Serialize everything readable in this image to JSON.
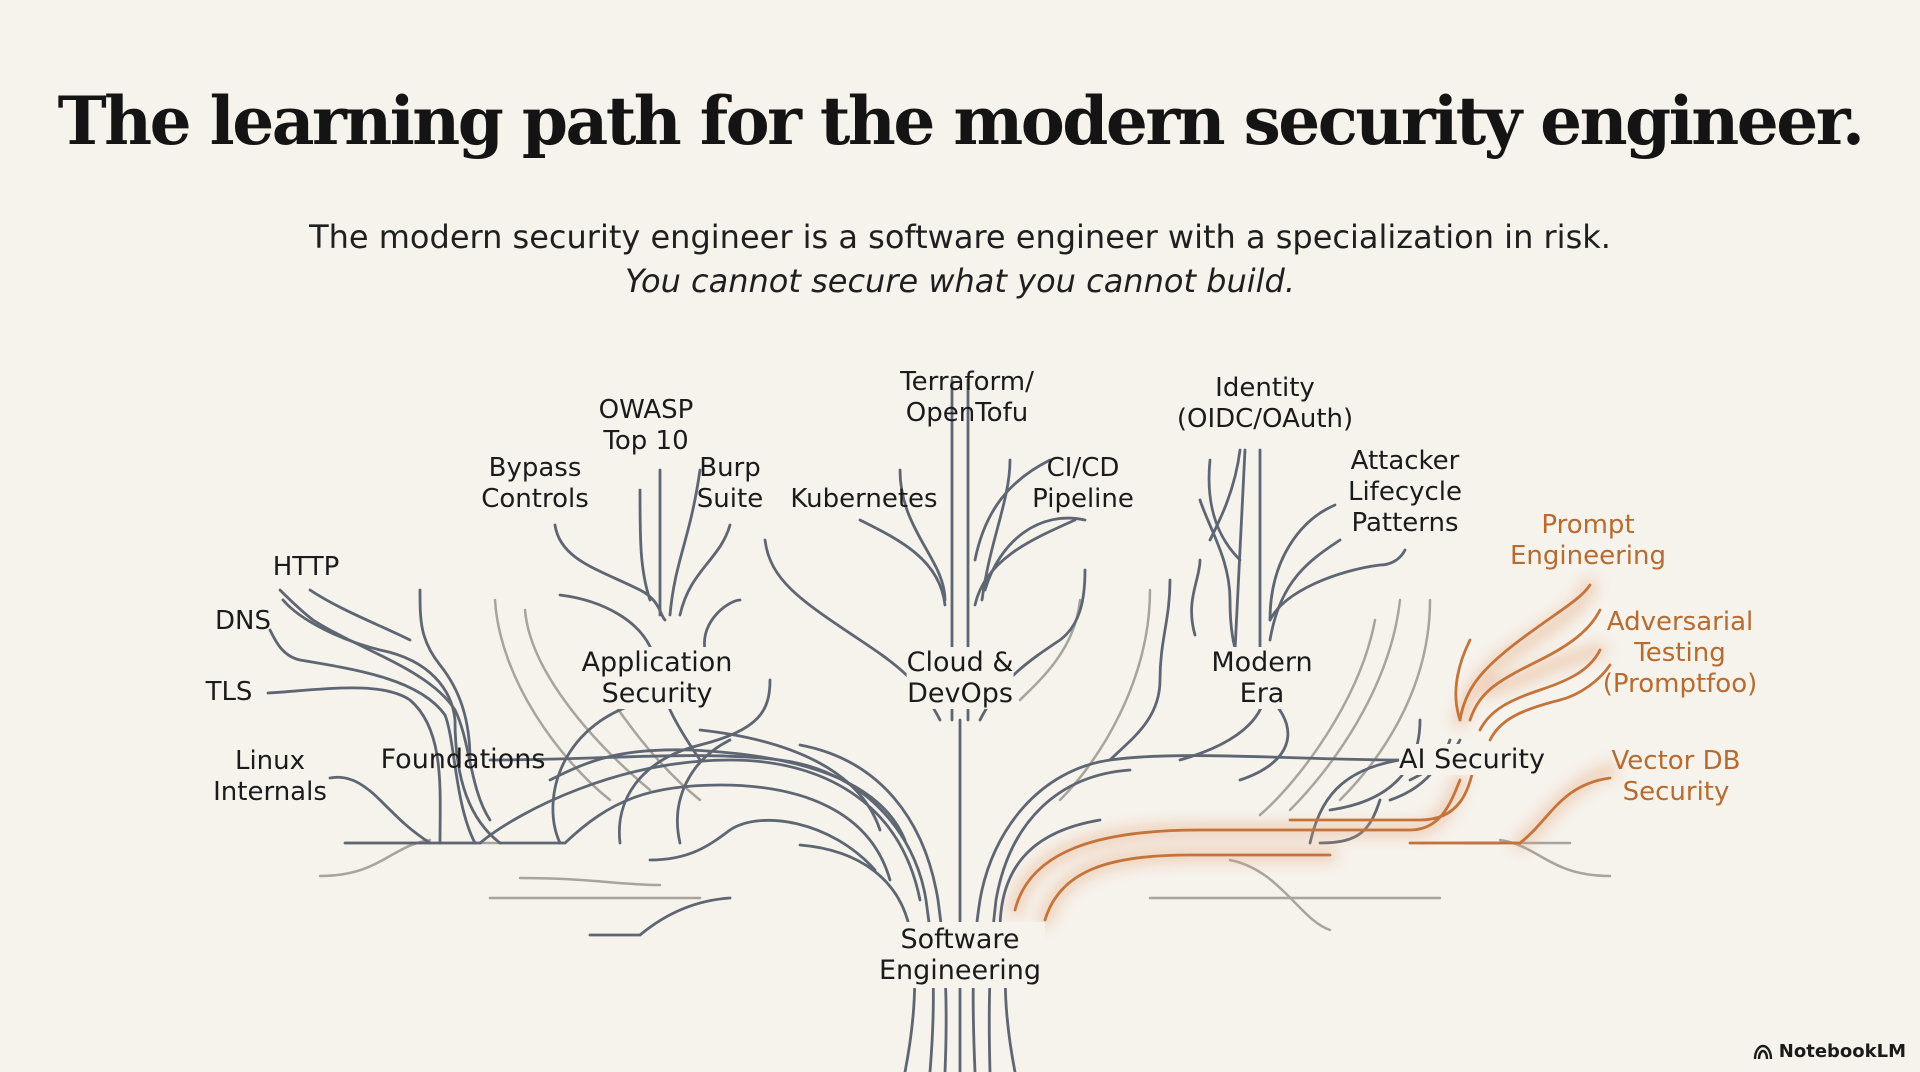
{
  "title": "The learning path for the modern security engineer.",
  "subtitle": "The modern security engineer is a software engineer with a specialization in risk.",
  "tagline": "You cannot secure what you cannot build.",
  "colors": {
    "background": "#f6f2ec",
    "branch": "#5d6672",
    "ai_branch": "#c4733a"
  },
  "nodes": {
    "root": "Software\nEngineering",
    "foundations": "Foundations",
    "appsec": "Application\nSecurity",
    "cloud": "Cloud &\nDevOps",
    "modern": "Modern\nEra",
    "ai": "AI Security"
  },
  "leaves": {
    "http": "HTTP",
    "dns": "DNS",
    "tls": "TLS",
    "linux": "Linux\nInternals",
    "bypass": "Bypass\nControls",
    "owasp": "OWASP\nTop 10",
    "burp": "Burp\nSuite",
    "kubernetes": "Kubernetes",
    "terraform": "Terraform/\nOpenTofu",
    "cicd": "CI/CD\nPipeline",
    "identity": "Identity\n(OIDC/OAuth)",
    "attacker": "Attacker\nLifecycle\nPatterns",
    "prompt": "Prompt\nEngineering",
    "adversarial": "Adversarial\nTesting\n(Promptfoo)",
    "vectordb": "Vector DB\nSecurity"
  },
  "brand": {
    "name": "NotebookLM",
    "icon": "notebooklm-logo-icon"
  }
}
